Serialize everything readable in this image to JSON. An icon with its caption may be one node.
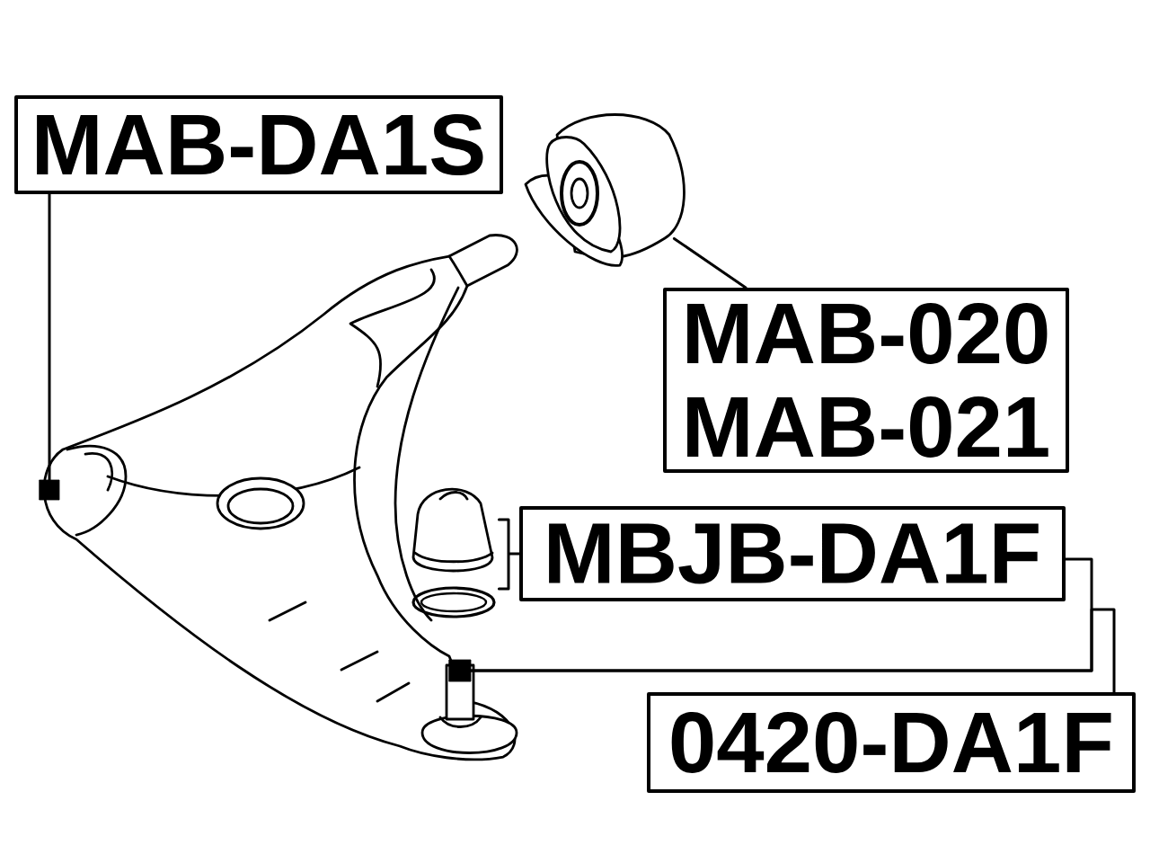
{
  "diagram": {
    "nodes": [
      {
        "text": [
          "MAB-DA1S"
        ]
      },
      {
        "text": [
          "MAB-020",
          "MAB-021"
        ]
      },
      {
        "text": [
          "MBJB-DA1F"
        ]
      },
      {
        "text": [
          "0420-DA1F"
        ]
      },
      {
        "text": [],
        "shape": "picture"
      },
      {
        "text": [],
        "shape": "picture"
      },
      {
        "text": [],
        "shape": "box"
      },
      {
        "text": [],
        "shape": "box"
      }
    ],
    "edges": [
      {
        "from": 0,
        "to": 6,
        "arrow": "none"
      },
      {
        "from": 1,
        "to": 4,
        "arrow": "none"
      },
      {
        "from": 2,
        "to": 5,
        "arrow": "none"
      },
      {
        "from": 2,
        "to": 7,
        "arrow": "none"
      },
      {
        "from": 3,
        "to": 7,
        "arrow": "none"
      }
    ]
  }
}
